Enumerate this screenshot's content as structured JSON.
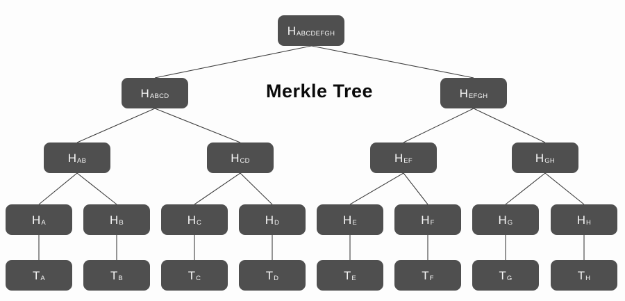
{
  "title": "Merkle Tree",
  "colors": {
    "background": "#fdfdfd",
    "node_fill": "#4f4f4f",
    "node_text": "#f7f7f7",
    "line": "#3f3f3f",
    "title_text": "#0a0a0a"
  },
  "tree": {
    "nodes": [
      {
        "id": "h-abcdefgh",
        "main": "H",
        "sub": "ABCDEFGH",
        "level": 0
      },
      {
        "id": "h-abcd",
        "main": "H",
        "sub": "ABCD",
        "level": 1
      },
      {
        "id": "h-efgh",
        "main": "H",
        "sub": "EFGH",
        "level": 1
      },
      {
        "id": "h-ab",
        "main": "H",
        "sub": "AB",
        "level": 2
      },
      {
        "id": "h-cd",
        "main": "H",
        "sub": "CD",
        "level": 2
      },
      {
        "id": "h-ef",
        "main": "H",
        "sub": "EF",
        "level": 2
      },
      {
        "id": "h-gh",
        "main": "H",
        "sub": "GH",
        "level": 2
      },
      {
        "id": "h-a",
        "main": "H",
        "sub": "A",
        "level": 3
      },
      {
        "id": "h-b",
        "main": "H",
        "sub": "B",
        "level": 3
      },
      {
        "id": "h-c",
        "main": "H",
        "sub": "C",
        "level": 3
      },
      {
        "id": "h-d",
        "main": "H",
        "sub": "D",
        "level": 3
      },
      {
        "id": "h-e",
        "main": "H",
        "sub": "E",
        "level": 3
      },
      {
        "id": "h-f",
        "main": "H",
        "sub": "F",
        "level": 3
      },
      {
        "id": "h-g",
        "main": "H",
        "sub": "G",
        "level": 3
      },
      {
        "id": "h-h",
        "main": "H",
        "sub": "H",
        "level": 3
      },
      {
        "id": "t-a",
        "main": "T",
        "sub": "A",
        "level": 4
      },
      {
        "id": "t-b",
        "main": "T",
        "sub": "B",
        "level": 4
      },
      {
        "id": "t-c",
        "main": "T",
        "sub": "C",
        "level": 4
      },
      {
        "id": "t-d",
        "main": "T",
        "sub": "D",
        "level": 4
      },
      {
        "id": "t-e",
        "main": "T",
        "sub": "E",
        "level": 4
      },
      {
        "id": "t-f",
        "main": "T",
        "sub": "F",
        "level": 4
      },
      {
        "id": "t-g",
        "main": "T",
        "sub": "G",
        "level": 4
      },
      {
        "id": "t-h",
        "main": "T",
        "sub": "H",
        "level": 4
      }
    ]
  }
}
